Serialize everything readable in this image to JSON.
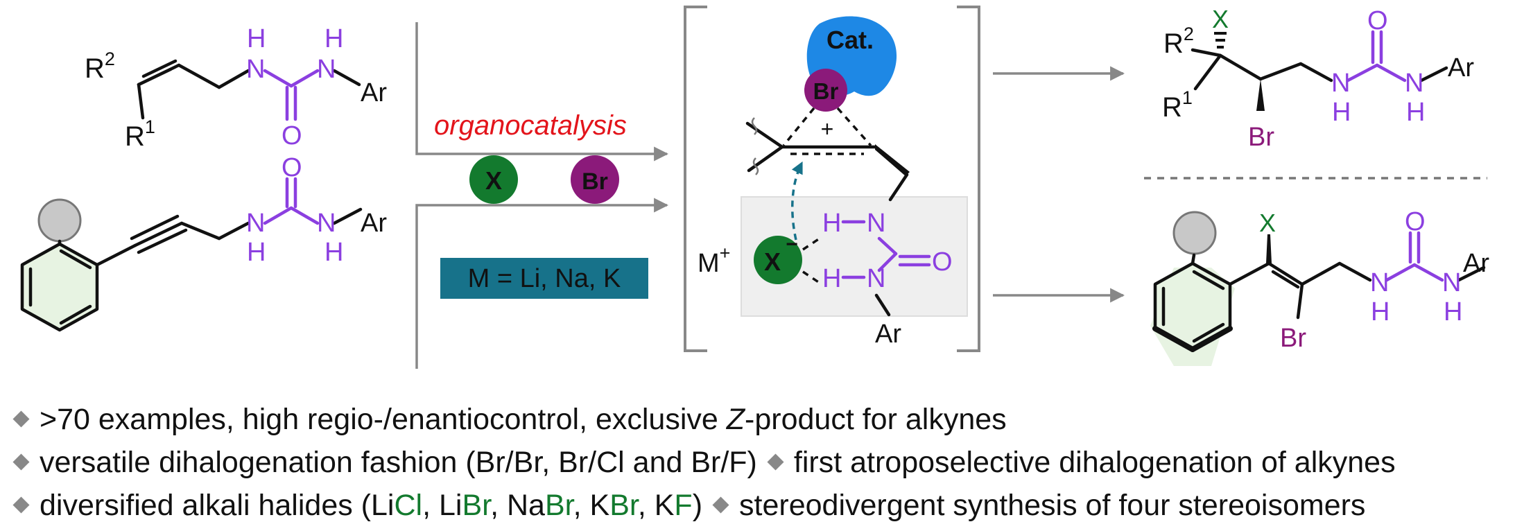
{
  "labels": {
    "r1": "R",
    "r1_sup": "1",
    "r2": "R",
    "r2_sup": "2",
    "h": "H",
    "n": "N",
    "o": "O",
    "ar": "Ar",
    "x": "X",
    "br": "Br",
    "cat": "Cat.",
    "plus": "+",
    "minus": "−",
    "m": "M",
    "m_sup": "+"
  },
  "reaction": {
    "condition": "organocatalysis",
    "salts": "M = Li, Na, K"
  },
  "colors": {
    "urea": "#8B3FE0",
    "halide_green": "#137A2E",
    "bromine_purple": "#8B1A7A",
    "catalyst_blue": "#1E88E5",
    "condition_red": "#E3141B",
    "box_teal": "#17728A"
  },
  "bullets": {
    "b1_pre": ">70 examples, high regio-/enantiocontrol, exclusive ",
    "b1_z": "Z",
    "b1_post": "-product for alkynes",
    "b2a": "versatile dihalogenation fashion (Br/Br, Br/Cl and Br/F)",
    "b2b": "first atroposelective dihalogenation of alkynes",
    "b3_pre": "diversified alkali halides (Li",
    "b3_cl": "Cl",
    "b3_s1": ", Li",
    "b3_br1": "Br",
    "b3_s2": ", Na",
    "b3_br2": "Br",
    "b3_s3": ", K",
    "b3_br3": "Br",
    "b3_s4": ", K",
    "b3_f": "F",
    "b3_post": ")",
    "b3b": "stereodivergent synthesis of four stereoisomers"
  }
}
